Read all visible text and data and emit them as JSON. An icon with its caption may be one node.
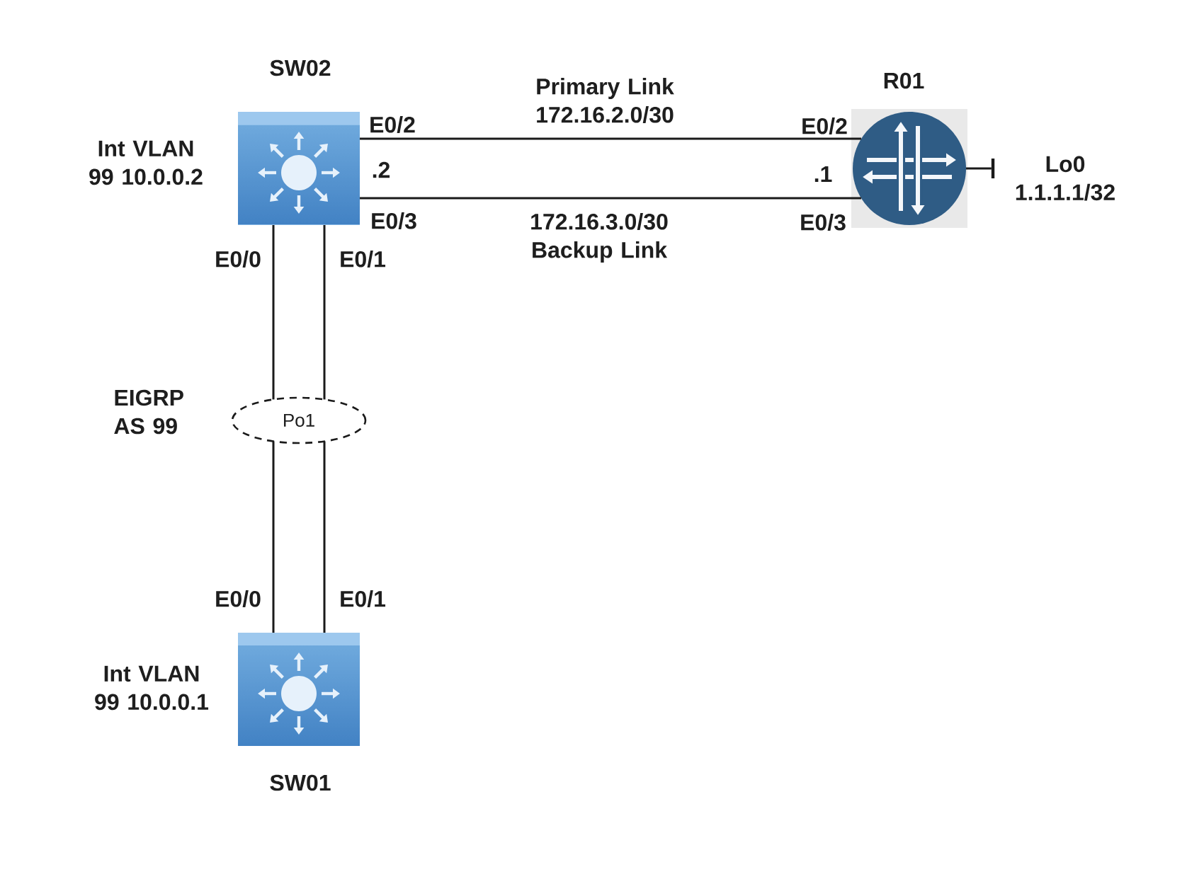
{
  "diagram": {
    "nodes": [
      {
        "text": [
          "SW02"
        ],
        "beside": [
          "Int VLAN 99 10.0.0.2"
        ]
      },
      {
        "text": [
          "R01"
        ]
      },
      {
        "text": [
          "Po1"
        ]
      },
      {
        "text": [
          "SW01"
        ],
        "beside": [
          "Int VLAN 99 10.0.0.1"
        ]
      },
      {
        "text": [],
        "shape": "bar",
        "beside": [
          "Lo0 1.1.1.1/32"
        ]
      }
    ],
    "edges": [
      {
        "from": 0,
        "to": 1,
        "arrow": "none",
        "label": "Primary Link 172.16.2.0/30"
      },
      {
        "from": 0,
        "to": 1,
        "arrow": "none",
        "label": "172.16.3.0/30 Backup Link"
      },
      {
        "from": 0,
        "to": 2,
        "arrow": "none"
      },
      {
        "from": 0,
        "to": 2,
        "arrow": "none"
      },
      {
        "from": 2,
        "to": 3,
        "arrow": "none"
      },
      {
        "from": 2,
        "to": 3,
        "arrow": "none"
      },
      {
        "from": 1,
        "to": 4,
        "arrow": "none"
      }
    ],
    "labels": [
      "E0/2",
      "E0/2",
      ".2",
      ".1",
      "E0/3",
      "E0/3",
      "E0/0",
      "E0/1",
      "EIGRP AS 99",
      "E0/0",
      "E0/1"
    ]
  }
}
